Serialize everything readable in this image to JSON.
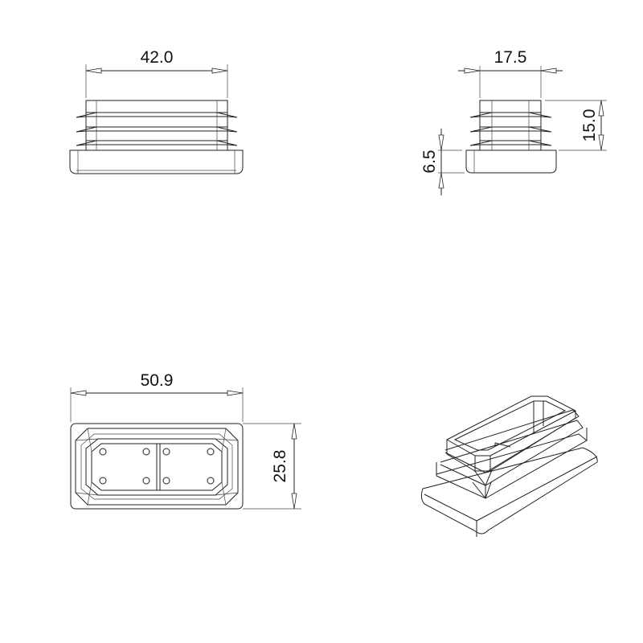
{
  "drawing": {
    "views": {
      "front": {
        "dimension_width": "42.0"
      },
      "side": {
        "dimension_width": "17.5",
        "dimension_height": "15.0",
        "dimension_flange": "6.5"
      },
      "bottom": {
        "dimension_width": "50.9",
        "dimension_height": "25.8"
      },
      "isometric": {}
    },
    "line_color": "#222222",
    "background": "#ffffff"
  }
}
